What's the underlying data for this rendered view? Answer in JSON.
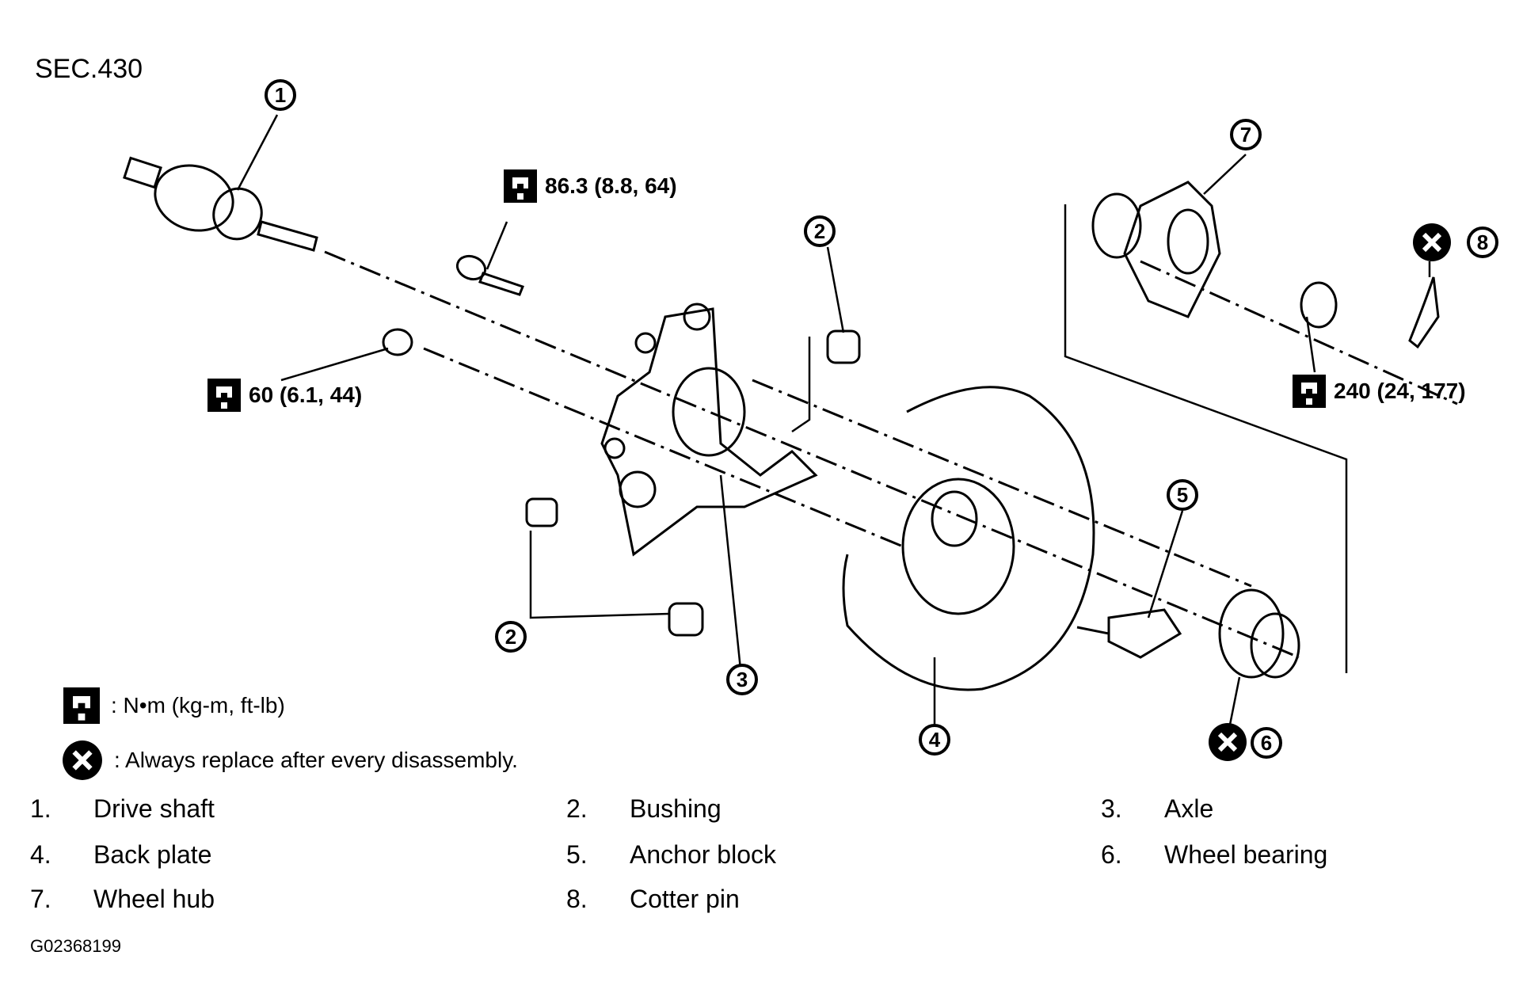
{
  "section_label": "SEC.430",
  "torques": [
    {
      "id": "knuckle-bolt",
      "value": "86.3 (8.8, 64)"
    },
    {
      "id": "knuckle-nut",
      "value": "60 (6.1, 44)"
    },
    {
      "id": "hub-nut",
      "value": "240 (24, 177)"
    }
  ],
  "callouts": [
    "1",
    "2",
    "2",
    "3",
    "4",
    "5",
    "6",
    "7",
    "8"
  ],
  "legend": {
    "torque_unit": ": N•m  (kg-m,  ft-lb)",
    "replace_note": ": Always replace after every disassembly."
  },
  "parts": [
    {
      "num": "1.",
      "name": "Drive shaft"
    },
    {
      "num": "2.",
      "name": "Bushing"
    },
    {
      "num": "3.",
      "name": "Axle"
    },
    {
      "num": "4.",
      "name": "Back plate"
    },
    {
      "num": "5.",
      "name": "Anchor block"
    },
    {
      "num": "6.",
      "name": "Wheel bearing"
    },
    {
      "num": "7.",
      "name": "Wheel hub"
    },
    {
      "num": "8.",
      "name": "Cotter pin"
    }
  ],
  "figure_id": "G02368199",
  "icons": [
    "torque-wrench-icon",
    "replace-x-icon"
  ]
}
